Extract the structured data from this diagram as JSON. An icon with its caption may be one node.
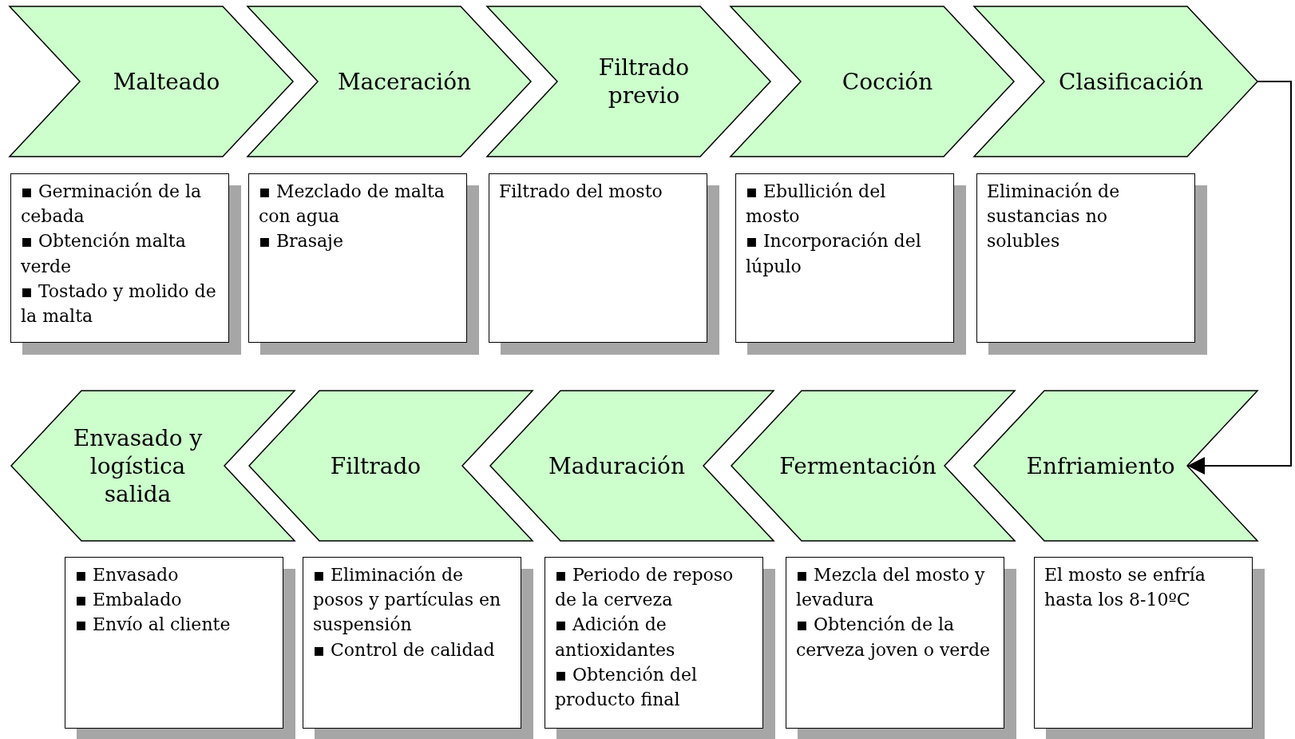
{
  "diagram": {
    "nodes": [
      {
        "text": [
          "Malteado"
        ]
      },
      {
        "text": [
          "Maceración"
        ]
      },
      {
        "text": [
          "Filtrado previo"
        ]
      },
      {
        "text": [
          "Cocción"
        ]
      },
      {
        "text": [
          "Clasificación"
        ]
      },
      {
        "text": [
          "▪ Germinación de la cebada",
          "▪ Obtención malta verde",
          "▪ Tostado y molido de la malta"
        ]
      },
      {
        "text": [
          "▪ Mezclado de malta con agua",
          "▪ Brasaje"
        ]
      },
      {
        "text": [
          "Filtrado del mosto"
        ]
      },
      {
        "text": [
          "▪ Ebullición del mosto",
          "▪ Incorporación del lúpulo"
        ]
      },
      {
        "text": [
          "Eliminación de sustancias no solubles"
        ]
      },
      {
        "text": [
          "Envasado y logística salida"
        ]
      },
      {
        "text": [
          "Filtrado"
        ]
      },
      {
        "text": [
          "Maduración"
        ]
      },
      {
        "text": [
          "Fermentación"
        ]
      },
      {
        "text": [
          "Enfriamiento"
        ]
      },
      {
        "text": [
          "▪ Envasado",
          "▪ Embalado",
          "▪ Envío al cliente"
        ]
      },
      {
        "text": [
          "▪ Eliminación de posos y partículas en suspensión",
          "▪ Control de calidad"
        ]
      },
      {
        "text": [
          "▪ Periodo de reposo de la cerveza",
          "▪ Adición de antioxidantes",
          "▪ Obtención del producto final"
        ]
      },
      {
        "text": [
          "▪ Mezcla del mosto y levadura",
          "▪ Obtención de la cerveza joven o verde"
        ]
      },
      {
        "text": [
          "El mosto se enfría hasta los 8-10ºC"
        ]
      }
    ],
    "edges": [
      {
        "from": 4,
        "to": 14,
        "arrow": "to"
      }
    ]
  }
}
